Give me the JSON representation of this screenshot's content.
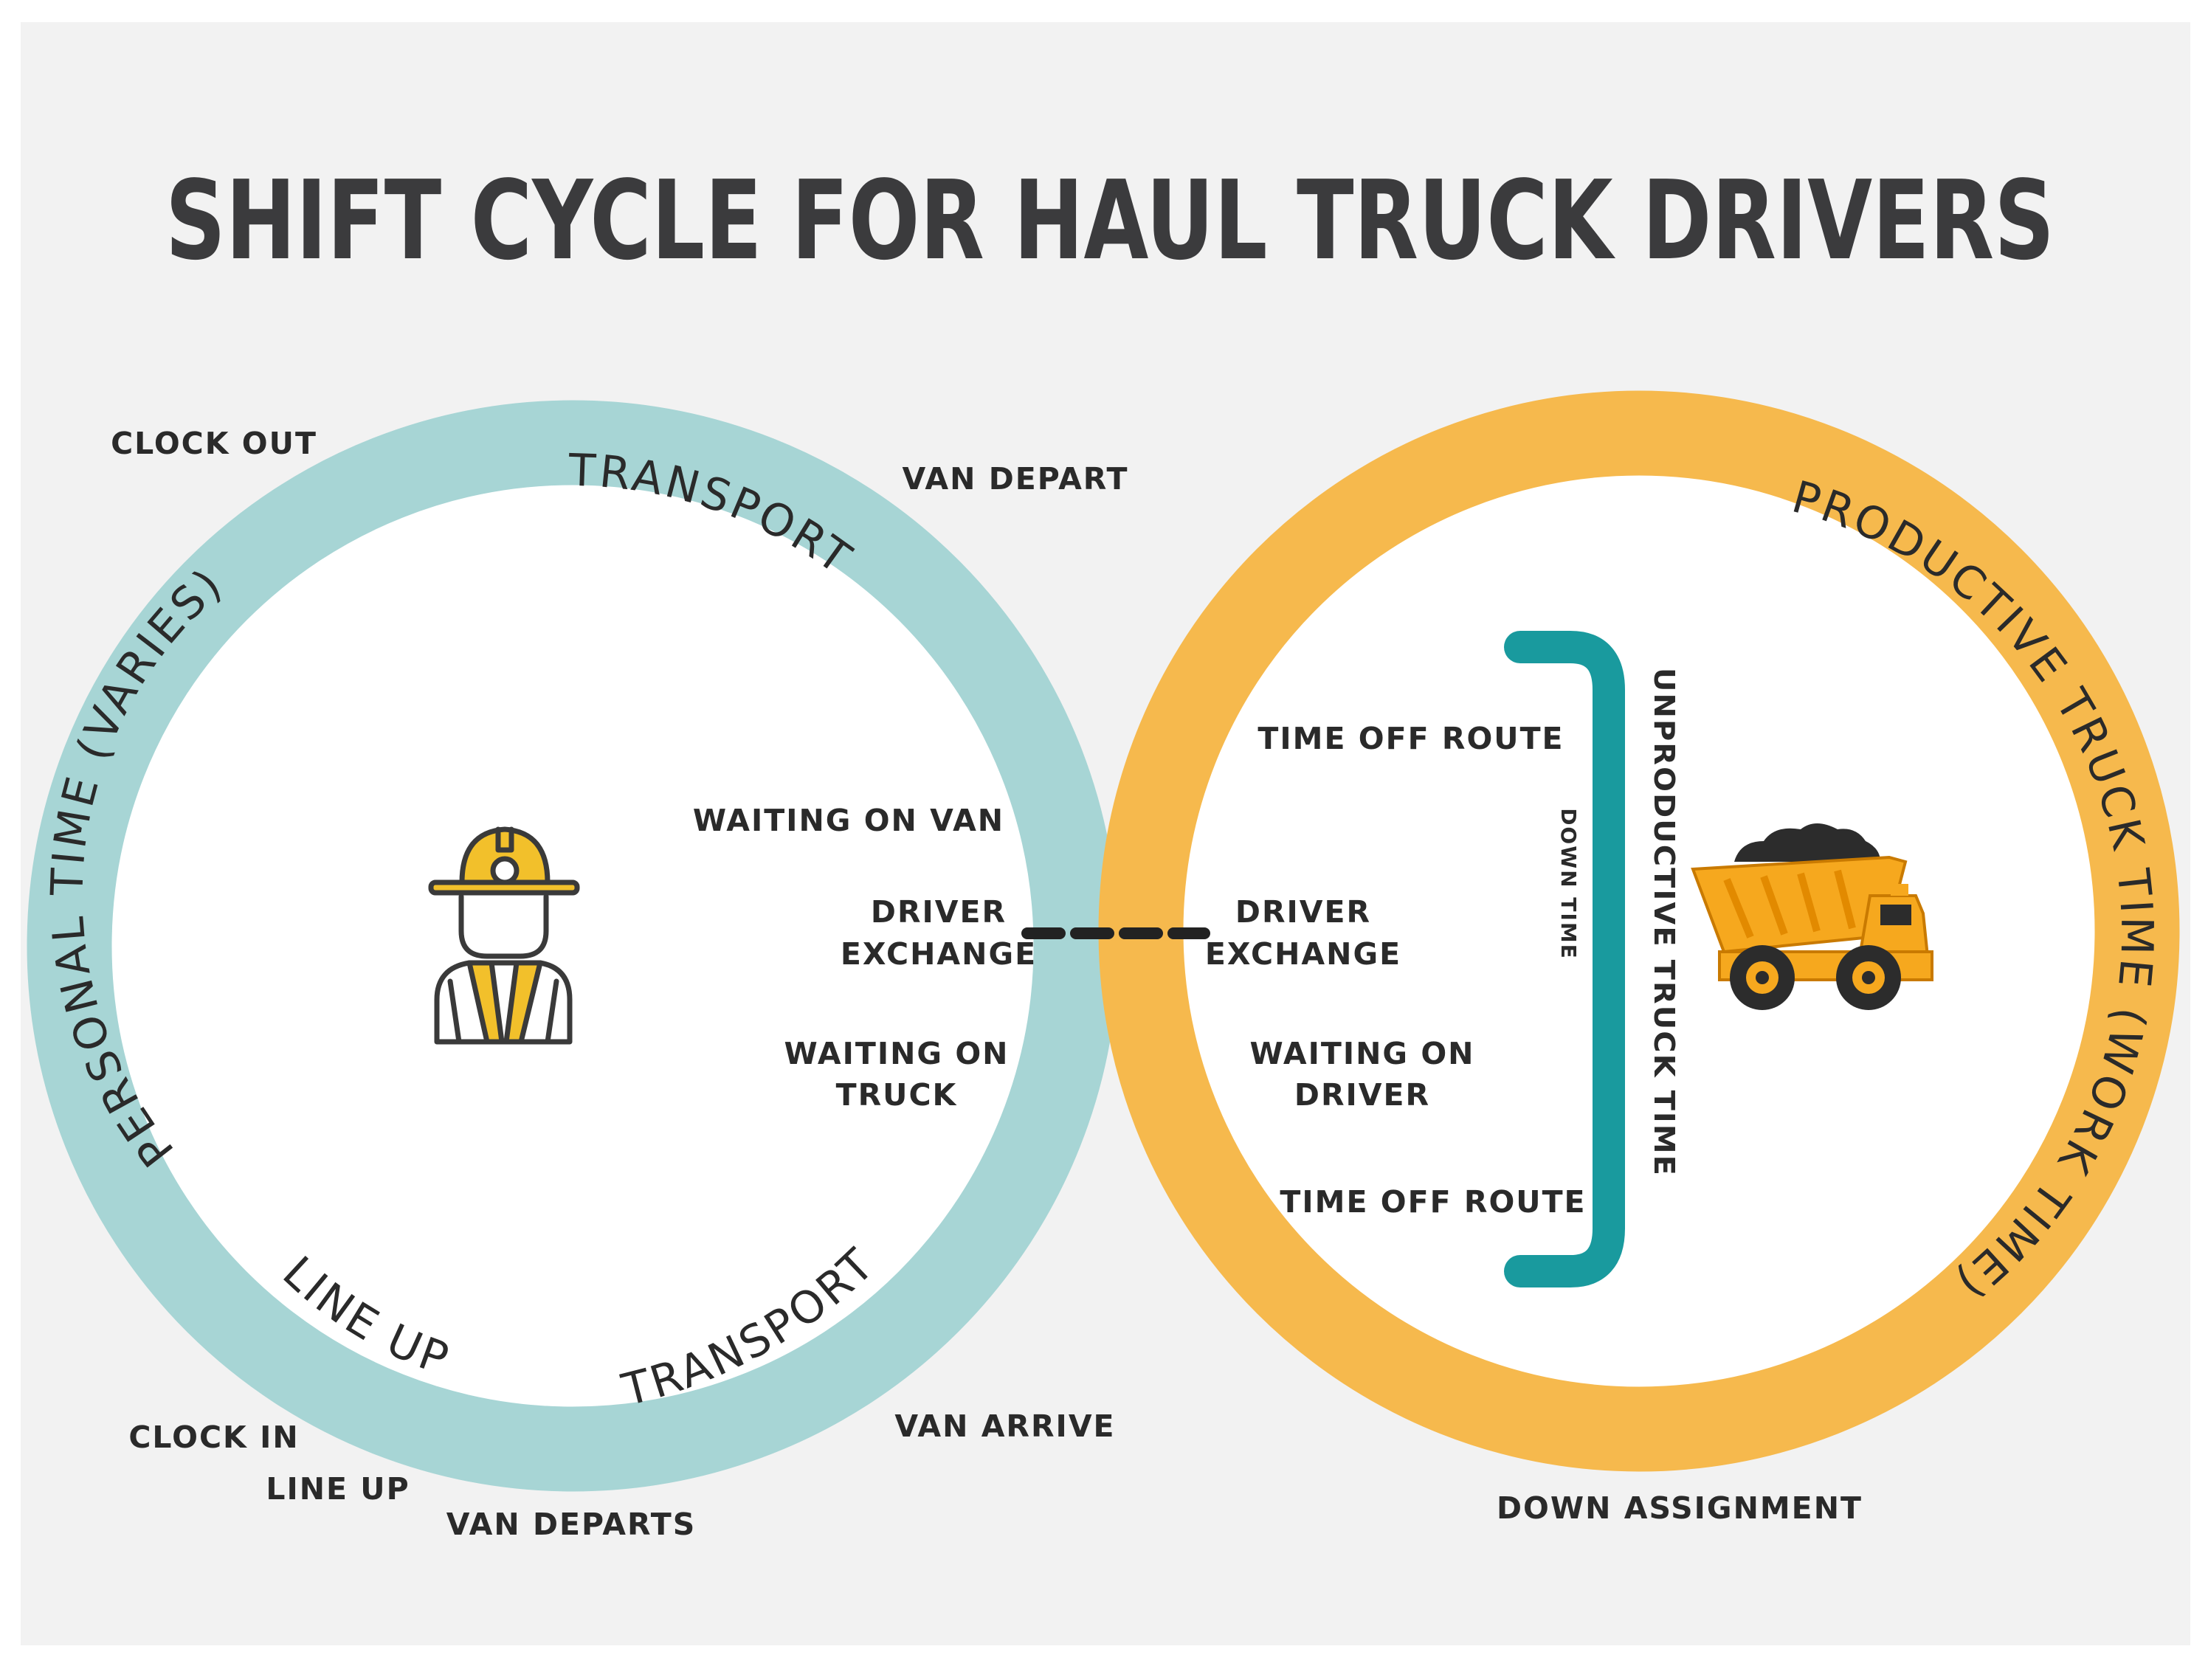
{
  "title": "SHIFT CYCLE FOR HAUL TRUCK DRIVERS",
  "colors": {
    "background": "#f2f2f2",
    "left_ring": "#a7d5d5",
    "right_ring": "#f6b94d",
    "bracket": "#199a9e",
    "text": "#2a2a2a",
    "title": "#3b3b3d"
  },
  "left_circle": {
    "arc_labels": {
      "personal_time": "PERSONAL TIME (VARIES)",
      "transport_top": "TRANSPORT",
      "transport_bottom": "TRANSPORT",
      "line_up": "LINE UP"
    },
    "inner": {
      "waiting_on_van": "WAITING ON VAN",
      "driver_exchange_1": "DRIVER",
      "driver_exchange_2": "EXCHANGE",
      "waiting_on_truck_1": "WAITING ON",
      "waiting_on_truck_2": "TRUCK"
    },
    "icon": "worker-icon"
  },
  "right_circle": {
    "arc_labels": {
      "productive": "PRODUCTIVE TRUCK TIME (WORK TIME)"
    },
    "inner": {
      "time_off_route_top": "TIME OFF ROUTE",
      "driver_exchange_1": "DRIVER",
      "driver_exchange_2": "EXCHANGE",
      "waiting_on_driver_1": "WAITING ON",
      "waiting_on_driver_2": "DRIVER",
      "time_off_route_bottom": "TIME OFF ROUTE",
      "down_time": "DOWN TIME",
      "unproductive": "UNPRODUCTIVE TRUCK TIME"
    },
    "icon": "haul-truck-icon"
  },
  "outer_labels": {
    "clock_out": "CLOCK OUT",
    "van_depart": "VAN DEPART",
    "clock_in": "CLOCK IN",
    "line_up": "LINE UP",
    "van_departs": "VAN DEPARTS",
    "van_arrive": "VAN ARRIVE",
    "down_assignment": "DOWN ASSIGNMENT"
  }
}
